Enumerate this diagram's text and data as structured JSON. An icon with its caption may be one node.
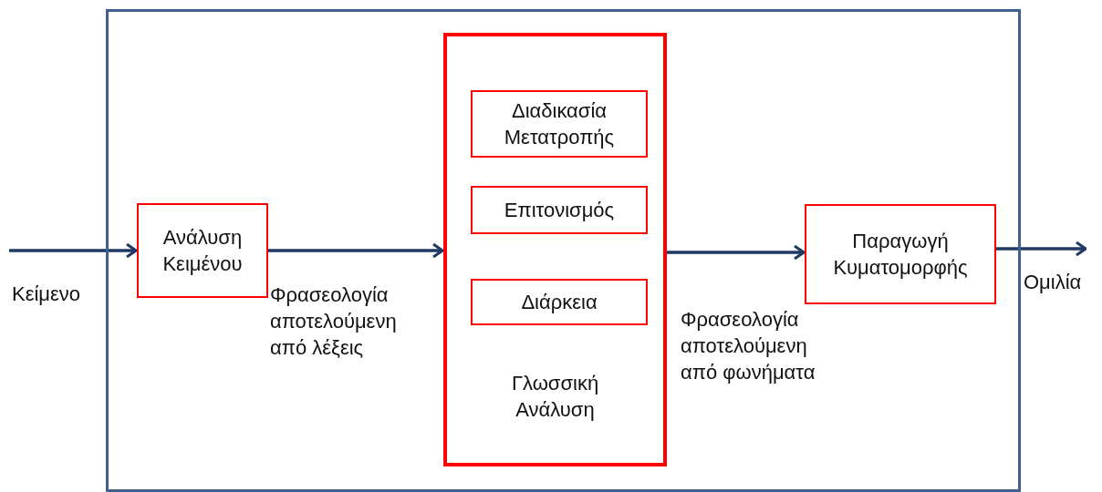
{
  "diagram": {
    "nodes": [
      {
        "text": [],
        "shape": "box"
      },
      {
        "text": [
          "Ανάλυση Κειμένου"
        ],
        "in": 0
      },
      {
        "text": [
          "Γλωσσική Ανάλυση"
        ],
        "in": 0
      },
      {
        "text": [
          "Διαδικασία Μετατροπής"
        ],
        "in": 2
      },
      {
        "text": [
          "Επιτονισμός"
        ],
        "in": 2
      },
      {
        "text": [
          "Διάρκεια"
        ],
        "in": 2
      },
      {
        "text": [
          "Παραγωγή Κυματομορφής"
        ],
        "in": 0
      }
    ],
    "edges": [
      {
        "from": null,
        "to": 1,
        "arrow": "to",
        "label": "Κείμενο"
      },
      {
        "from": 1,
        "to": 2,
        "arrow": "to",
        "label": "Φρασεολογία αποτελούμενη από λέξεις"
      },
      {
        "from": 2,
        "to": 6,
        "arrow": "to",
        "label": "Φρασεολογία αποτελούμενη από φωνήματα"
      },
      {
        "from": 6,
        "to": null,
        "arrow": "to",
        "label": "Ομιλία"
      }
    ]
  }
}
